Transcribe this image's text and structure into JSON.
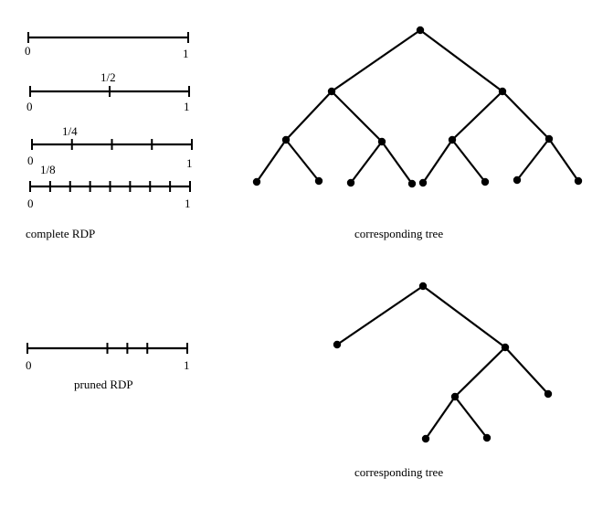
{
  "complete_rdp": {
    "caption": "complete RDP",
    "levels": [
      {
        "ticks": [
          0,
          1
        ],
        "left_label": "0",
        "right_label": "1",
        "mid_label": ""
      },
      {
        "ticks": [
          0,
          0.5,
          1
        ],
        "left_label": "0",
        "right_label": "1",
        "mid_label": "1/2"
      },
      {
        "ticks": [
          0,
          0.25,
          0.5,
          0.75,
          1
        ],
        "left_label": "0",
        "right_label": "1",
        "mid_label": "1/4"
      },
      {
        "ticks": [
          0,
          0.125,
          0.25,
          0.375,
          0.5,
          0.625,
          0.75,
          0.875,
          1
        ],
        "left_label": "0",
        "right_label": "1",
        "mid_label": "1/8"
      }
    ]
  },
  "complete_tree": {
    "caption": "corresponding tree",
    "depth": 3,
    "pruned": false
  },
  "pruned_rdp": {
    "caption": "pruned RDP",
    "ticks": [
      0,
      0.5,
      0.625,
      0.75,
      1
    ],
    "left_label": "0",
    "right_label": "1"
  },
  "pruned_tree": {
    "caption": "corresponding tree",
    "structure": "root(leaf, node(node(leaf, leaf), leaf))"
  }
}
